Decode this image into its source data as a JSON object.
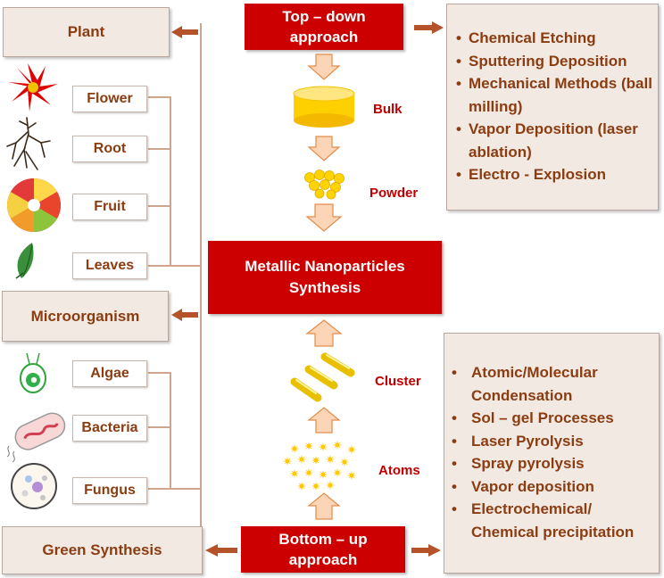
{
  "top_down": {
    "label": "Top – down approach"
  },
  "bottom_up": {
    "label": "Bottom – up approach"
  },
  "center": {
    "label": "Metallic Nanoparticles Synthesis"
  },
  "steps": {
    "bulk": "Bulk",
    "powder": "Powder",
    "cluster": "Cluster",
    "atoms": "Atoms"
  },
  "top_methods": [
    "Chemical Etching",
    "Sputtering Deposition",
    "Mechanical Methods (ball milling)",
    "Vapor Deposition (laser ablation)",
    "Electro - Explosion"
  ],
  "bottom_methods": [
    "Atomic/Molecular Condensation",
    "Sol – gel Processes",
    "Laser Pyrolysis",
    "Spray pyrolysis",
    "Vapor deposition",
    "Electrochemical/ Chemical precipitation"
  ],
  "plant": {
    "title": "Plant",
    "items": [
      "Flower",
      "Root",
      "Fruit",
      "Leaves"
    ]
  },
  "microorganism": {
    "title": "Microorganism",
    "items": [
      "Algae",
      "Bacteria",
      "Fungus"
    ]
  },
  "green": {
    "title": "Green Synthesis"
  },
  "colors": {
    "red": "#cc0000",
    "brown": "#8b3d12",
    "beige": "#f3e9e3",
    "arrow_fill": "#fbd5b5",
    "arrow_stroke": "#e38c4a"
  }
}
